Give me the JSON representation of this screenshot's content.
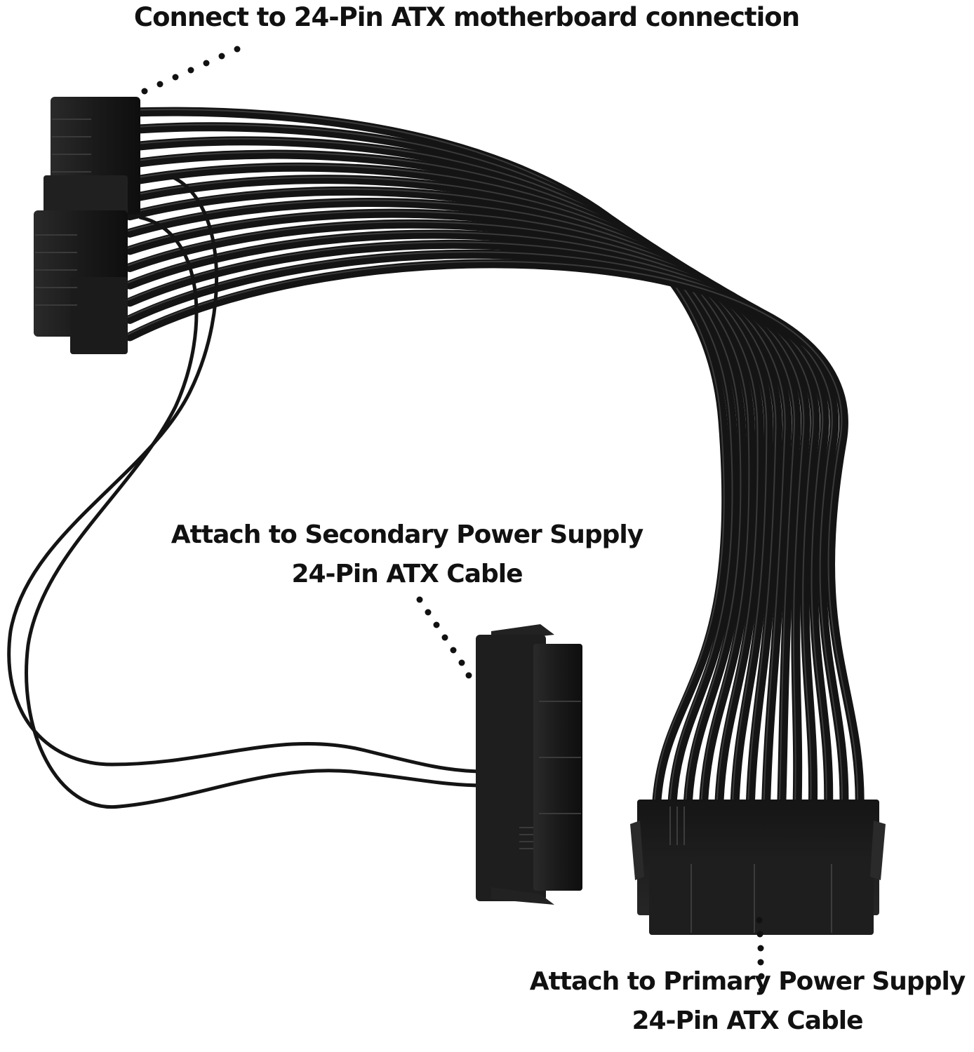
{
  "colors": {
    "background": "#ffffff",
    "connector": "#1c1c1c",
    "wire": "#141414",
    "text": "#111111"
  },
  "labels": {
    "top": "Connect to 24-Pin ATX motherboard connection",
    "secondary": {
      "line1": "Attach to Secondary Power Supply",
      "line2": "24-Pin ATX Cable"
    },
    "primary": {
      "line1": "Attach to Primary Power Supply",
      "line2": "24-Pin ATX Cable"
    }
  }
}
